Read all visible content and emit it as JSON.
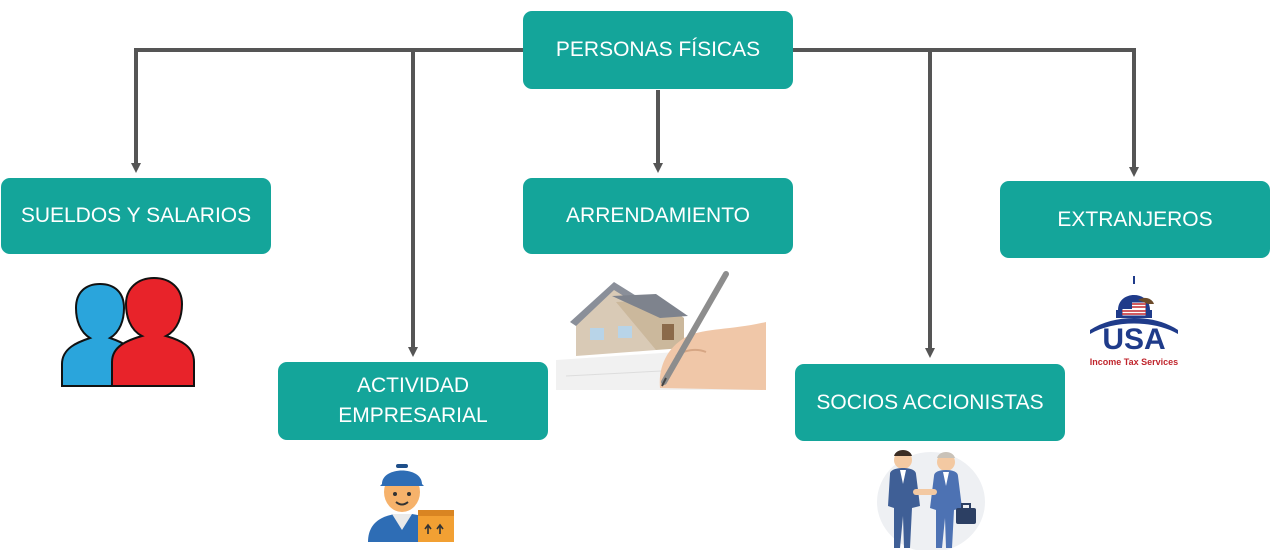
{
  "diagram": {
    "root": {
      "label": "PERSONAS FÍSICAS"
    },
    "children": [
      {
        "id": "sueldos",
        "label": "SUELDOS Y SALARIOS",
        "icon": "two-person-silhouettes-icon"
      },
      {
        "id": "actividad",
        "label": "ACTIVIDAD\nEMPRESARIAL",
        "icon": "delivery-worker-icon"
      },
      {
        "id": "arrendamiento",
        "label": "ARRENDAMIENTO",
        "icon": "house-contract-signing-image"
      },
      {
        "id": "socios",
        "label": "SOCIOS ACCIONISTAS",
        "icon": "businessmen-handshake-icon"
      },
      {
        "id": "extranjeros",
        "label": "EXTRANJEROS",
        "icon": "usa-income-tax-logo"
      }
    ],
    "logo": {
      "usa": "USA",
      "subtitle": "Income Tax Services"
    },
    "colors": {
      "node": "#14a59a",
      "connector": "#555555",
      "logo_red": "#c0262d",
      "logo_blue": "#1f3b8a"
    }
  }
}
